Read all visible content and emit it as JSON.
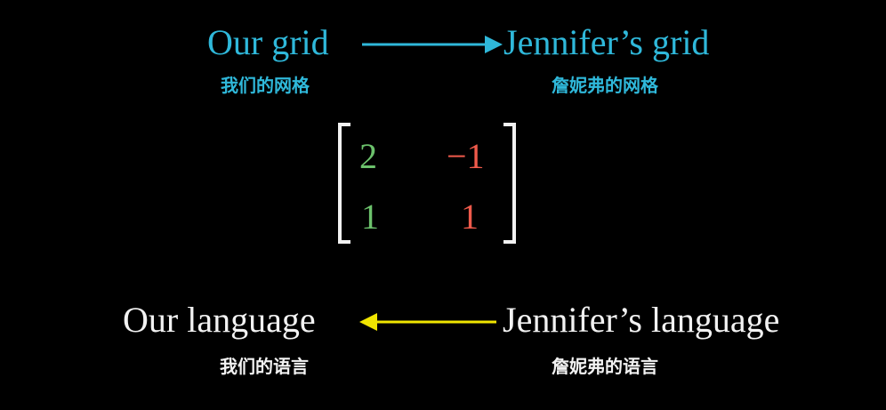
{
  "top": {
    "left_label": "Our grid",
    "left_sub": "我们的网格",
    "right_label": "Jennifer’s grid",
    "right_sub": "詹妮弗的网格",
    "color": "#2FB8DA",
    "arrow_direction": "right"
  },
  "matrix": {
    "row1": [
      "2",
      "−1"
    ],
    "row2": [
      "1",
      "1"
    ],
    "column_colors": [
      "#6CC26C",
      "#EF5A4B"
    ]
  },
  "bottom": {
    "left_label": "Our language",
    "left_sub": "我们的语言",
    "right_label": "Jennifer’s language",
    "right_sub": "詹妮弗的语言",
    "color": "#F2F2F2",
    "arrow_color": "#F0E500",
    "arrow_direction": "left"
  }
}
